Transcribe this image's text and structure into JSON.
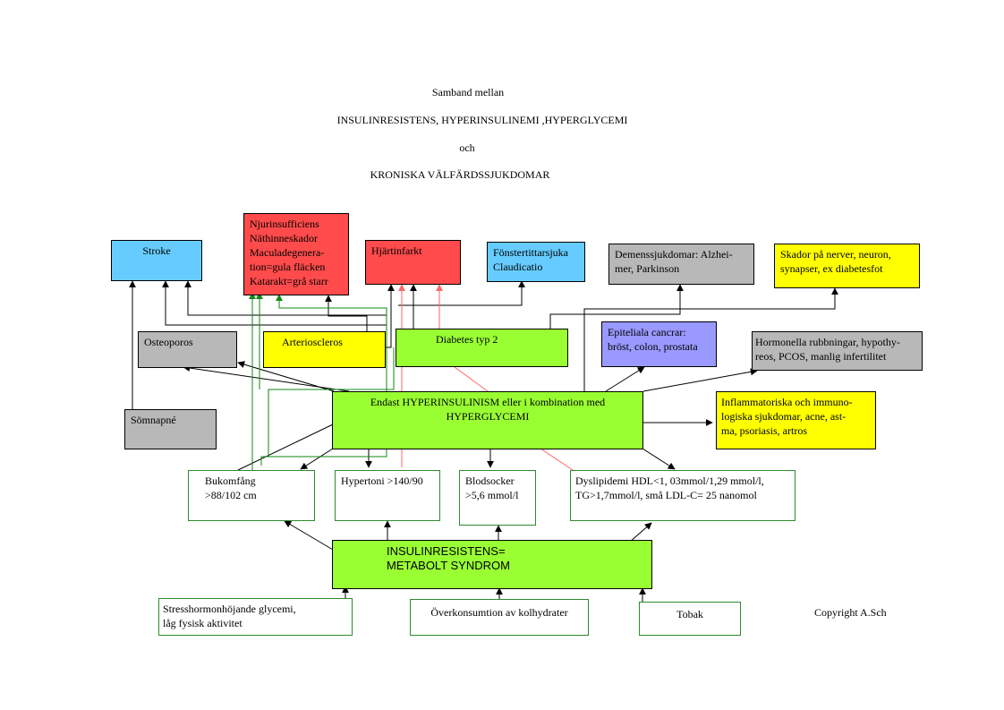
{
  "titles": {
    "line1": "Samband mellan",
    "line2": "INSULINRESISTENS, HYPERINSULINEMI ,HYPERGLYCEMI",
    "line3": "och",
    "line4": "KRONISKA VÄLFÄRDSSJUKDOMAR"
  },
  "boxes": {
    "stroke": [
      "Stroke"
    ],
    "njur": [
      "Njurinsufficiens",
      "Näthinneskador",
      "Maculadegenera-",
      "tion=gula fläcken",
      "Katarakt=grå starr"
    ],
    "hjart": [
      "Hjärtinfarkt"
    ],
    "fonster": [
      "Fönstertittarsjuka",
      "Claudicatio"
    ],
    "demens": [
      "Demenssjukdomar: Alzhei-",
      "mer, Parkinson"
    ],
    "skador": [
      "Skador på nerver, neuron,",
      "synapser, ex diabetesfot"
    ],
    "osteo": [
      "Osteoporos"
    ],
    "arterio": [
      "Arterioscleros"
    ],
    "diabetes": [
      "Diabetes typ 2"
    ],
    "epitel": [
      "Epiteliala cancrar:",
      "bröst, colon, prostata"
    ],
    "hormon": [
      "Hormonella rubbningar, hypothy-",
      "reos, PCOS, manlig infertilitet"
    ],
    "somn": [
      "Sömnapné"
    ],
    "endast": [
      "Endast HYPERINSULINISM eller i kombination med",
      "HYPERGLYCEMI"
    ],
    "inflam": [
      "Inflammatoriska och immuno-",
      "logiska sjukdomar, acne, ast-",
      "ma, psoriasis, artros"
    ],
    "buk": [
      "Bukomfång",
      ">88/102  cm"
    ],
    "hyper": [
      "Hypertoni >140/90"
    ],
    "blod": [
      "Blodsocker",
      ">5,6 mmol/l"
    ],
    "dysl": [
      "Dyslipidemi HDL<1, 03mmol/1,29 mmol/l,",
      "TG>1,7mmol/l,  små LDL-C= 25 nanomol"
    ],
    "insulin": [
      "INSULINRESISTENS=",
      "METABOLT SYNDROM"
    ],
    "stress": [
      "Stresshormonhöjande glycemi,",
      "låg fysisk aktivitet"
    ],
    "over": [
      "Överkonsumtion av kolhydrater"
    ],
    "tobak": [
      "Tobak"
    ]
  },
  "copyright": "Copyright  A.Sch"
}
